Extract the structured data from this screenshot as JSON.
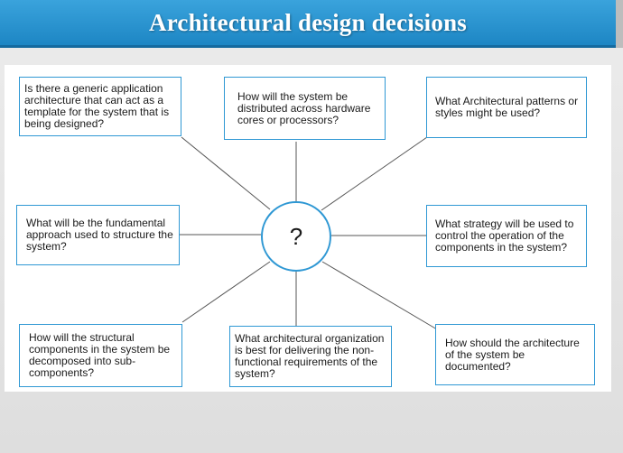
{
  "title": "Architectural design decisions",
  "center_label": "?",
  "questions": {
    "top_left": "Is there a generic application architecture that can act as a template for the system that is being designed?",
    "top_center": "How will the system be distributed across hardware cores or processors?",
    "top_right": "What Architectural patterns or styles might be used?",
    "middle_left": "What will be the fundamental approach used to structure the system?",
    "middle_right": "What strategy will be used to control the operation of the components in the system?",
    "bottom_left": "How will the structural components in the system be decomposed into sub-components?",
    "bottom_center": "What architectural organization is best for delivering the non-functional requirements of the system?",
    "bottom_right": "How should the architecture of the system be documented?"
  },
  "colors": {
    "title_bar": "#1d86c4",
    "box_border": "#2f98d4",
    "connector": "#555555"
  }
}
